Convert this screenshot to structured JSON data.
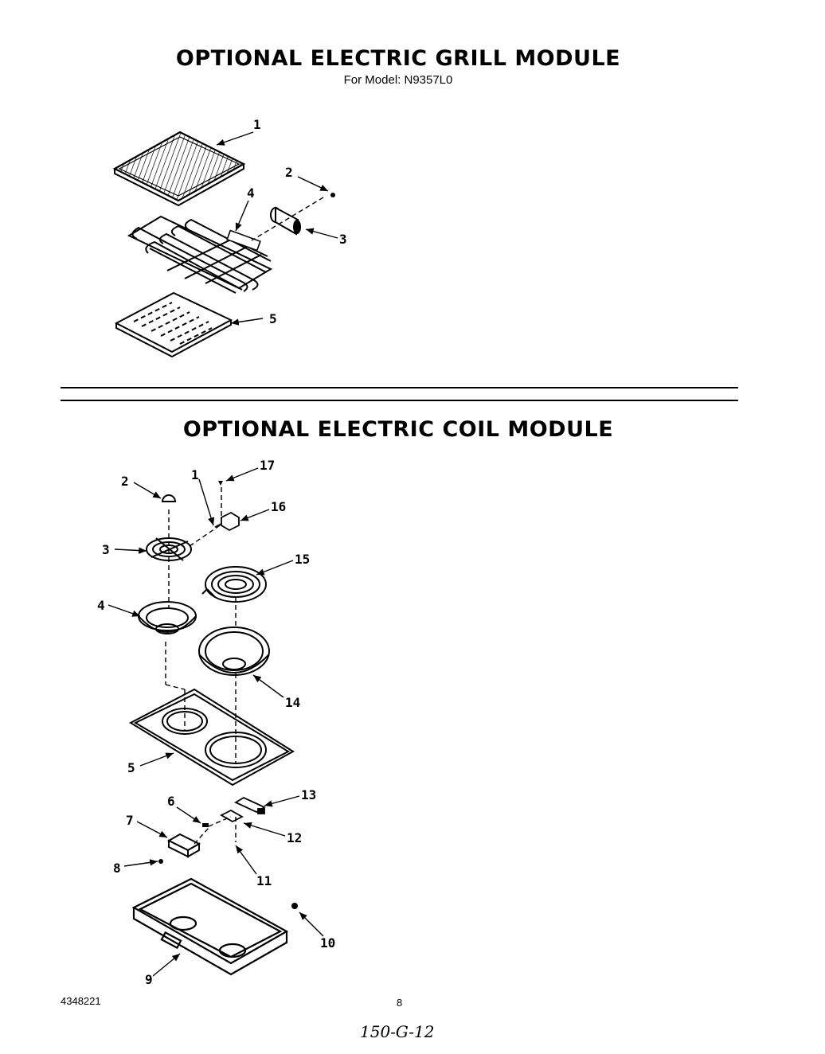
{
  "grill_section": {
    "title": "OPTIONAL ELECTRIC GRILL MODULE",
    "model_line": "For Model: N9357L0",
    "callouts": [
      "1",
      "2",
      "3",
      "4",
      "5"
    ]
  },
  "coil_section": {
    "title": "OPTIONAL ELECTRIC COIL MODULE",
    "callouts": [
      "1",
      "2",
      "3",
      "4",
      "5",
      "6",
      "7",
      "8",
      "9",
      "10",
      "11",
      "12",
      "13",
      "14",
      "15",
      "16",
      "17"
    ]
  },
  "footer": {
    "doc_number": "4348221",
    "page_number": "8",
    "handwritten_ref": "150-G-12"
  }
}
